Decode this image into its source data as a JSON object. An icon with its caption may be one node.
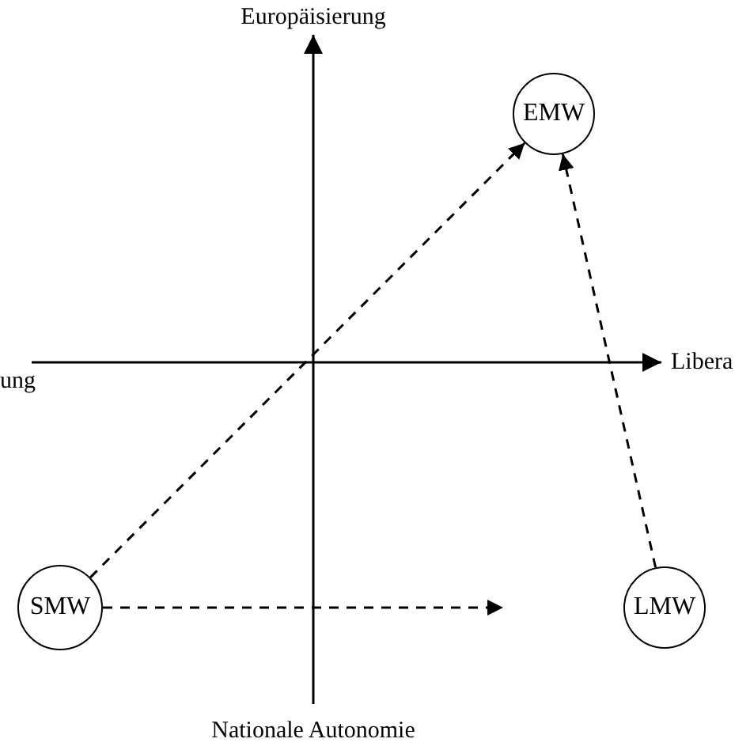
{
  "diagram": {
    "nodes": [
      {
        "text": [
          "EMW"
        ]
      },
      {
        "text": [
          "SMW"
        ]
      },
      {
        "text": [
          "LMW"
        ]
      }
    ],
    "edges": [
      {
        "from": 1,
        "to": 0,
        "arrow": "to",
        "style": "dashed"
      },
      {
        "from": 2,
        "to": 0,
        "arrow": "to",
        "style": "dashed"
      },
      {
        "from": 1,
        "to": null,
        "arrow": "to",
        "style": "dashed"
      }
    ],
    "labels": [
      "Europäisierung",
      "ung",
      "Libera",
      "Nationale Autonomie"
    ]
  }
}
